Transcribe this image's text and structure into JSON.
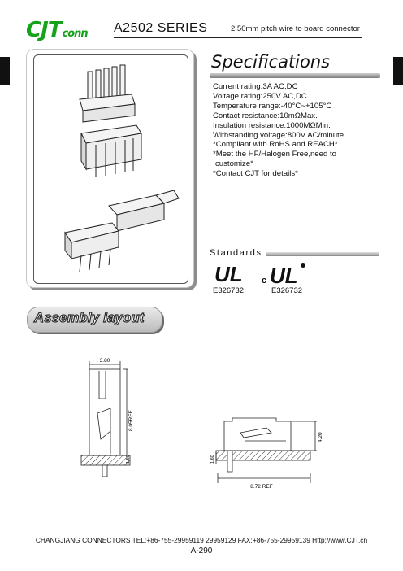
{
  "header": {
    "logo_main": "CJT",
    "logo_suffix": "conn",
    "series": "A2502 SERIES",
    "subtitle": "2.50mm pitch wire to board connector"
  },
  "specifications": {
    "title": "Specifications",
    "items": [
      "Current rating:3A AC,DC",
      "Voltage rating:250V AC,DC",
      "Temperature range:-40°C~+105°C",
      "Contact resistance:10mΩMax.",
      "Insulation resistance:1000MΩMin.",
      "Withstanding voltage:800V AC/minute",
      "*Compliant with RoHS and REACH*",
      "*Meet the HF/Halogen Free,need to",
      "customize*",
      "*Contact CJT for details*"
    ]
  },
  "standards": {
    "label": "Standards",
    "ul_mark": "UL",
    "c_mark": "c",
    "cul_mark": "UL",
    "ul_number": "E326732",
    "cul_number": "E326732"
  },
  "assembly": {
    "title": "Assembly layout",
    "dims": {
      "width_top": "3.80",
      "height_ref": "8.05REF",
      "depth_left": "1.60",
      "thickness_left": "1.60",
      "height_right": "4.20",
      "length_ref": "8.72 REF"
    }
  },
  "footer": {
    "contact": "CHANGJIANG CONNECTORS  TEL:+86-755-29959119 29959129  FAX:+86-755-29959139 Http://www.CJT.cn",
    "page": "A-290"
  },
  "colors": {
    "logo_green": "#16a21b"
  }
}
